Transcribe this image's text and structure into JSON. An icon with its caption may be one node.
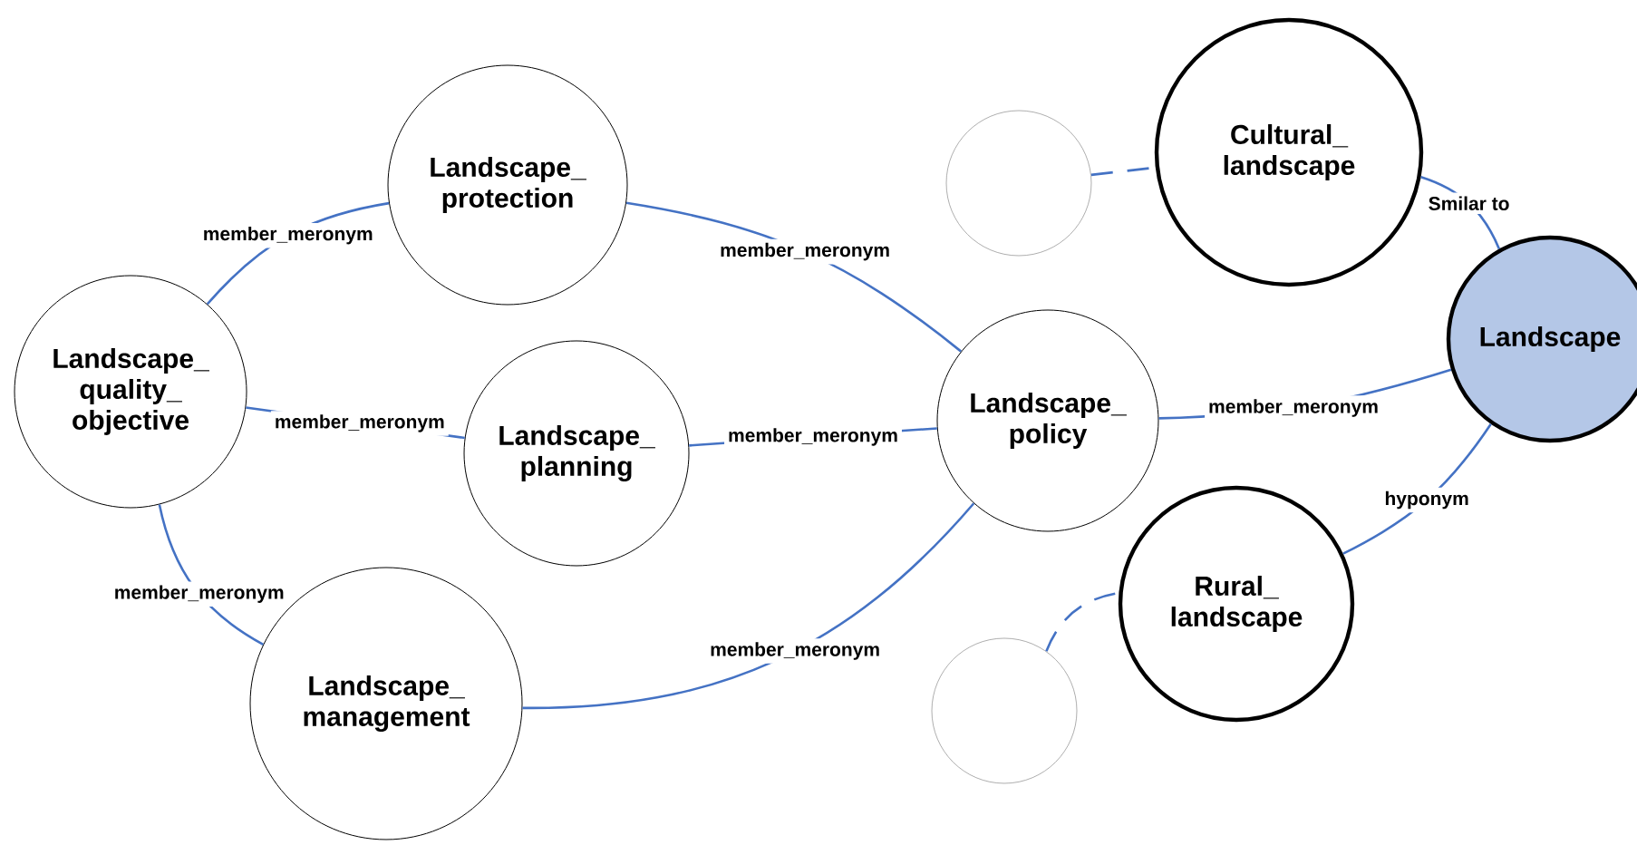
{
  "diagram": {
    "nodes": [
      {
        "text": [
          "Landscape_ protection"
        ]
      },
      {
        "text": [
          "Landscape_ quality_ objective"
        ]
      },
      {
        "text": [
          "Landscape_ planning"
        ]
      },
      {
        "text": [
          "Landscape_ policy"
        ]
      },
      {
        "text": [
          "Landscape_ management"
        ]
      },
      {
        "text": [],
        "shape": "circle"
      },
      {
        "text": [
          "Cultural_ landscape"
        ]
      },
      {
        "text": [
          "Landscape"
        ]
      },
      {
        "text": [
          "Rural_ landscape"
        ]
      },
      {
        "text": [],
        "shape": "circle"
      }
    ],
    "edges": [
      {
        "from": 1,
        "to": 0,
        "arrow": "none",
        "label": "member_meronym"
      },
      {
        "from": 1,
        "to": 2,
        "arrow": "none",
        "label": "member_meronym"
      },
      {
        "from": 1,
        "to": 4,
        "arrow": "none",
        "label": "member_meronym"
      },
      {
        "from": 2,
        "to": 3,
        "arrow": "none",
        "label": "member_meronym"
      },
      {
        "from": 0,
        "to": 3,
        "arrow": "none",
        "label": "member_meronym"
      },
      {
        "from": 4,
        "to": 3,
        "arrow": "none",
        "label": "member_meronym"
      },
      {
        "from": 3,
        "to": 7,
        "arrow": "none",
        "label": "member_meronym"
      },
      {
        "from": 6,
        "to": 7,
        "arrow": "none",
        "label": "Smilar to"
      },
      {
        "from": 8,
        "to": 7,
        "arrow": "none",
        "label": "hyponym"
      },
      {
        "from": 5,
        "to": 6,
        "arrow": "none",
        "style": "dashed"
      },
      {
        "from": 9,
        "to": 8,
        "arrow": "none",
        "style": "dashed"
      }
    ]
  }
}
